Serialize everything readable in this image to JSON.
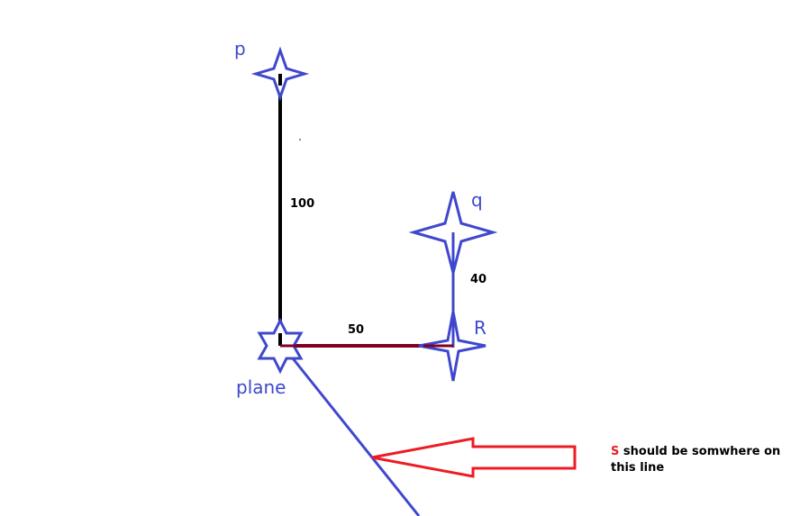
{
  "labels": {
    "p": "p",
    "q": "q",
    "r": "R",
    "plane": "plane"
  },
  "distances": {
    "p_to_plane": "100",
    "plane_to_r": "50",
    "r_to_q": "40"
  },
  "note": {
    "letter": "S",
    "text": "should be somwhere on this line"
  },
  "colors": {
    "stars": "#3f48cc",
    "vertical_line": "#000000",
    "horizontal_line": "#7f0020",
    "qr_line": "#3f48cc",
    "diagonal_line": "#3f48cc",
    "arrow": "#ed1c24"
  }
}
